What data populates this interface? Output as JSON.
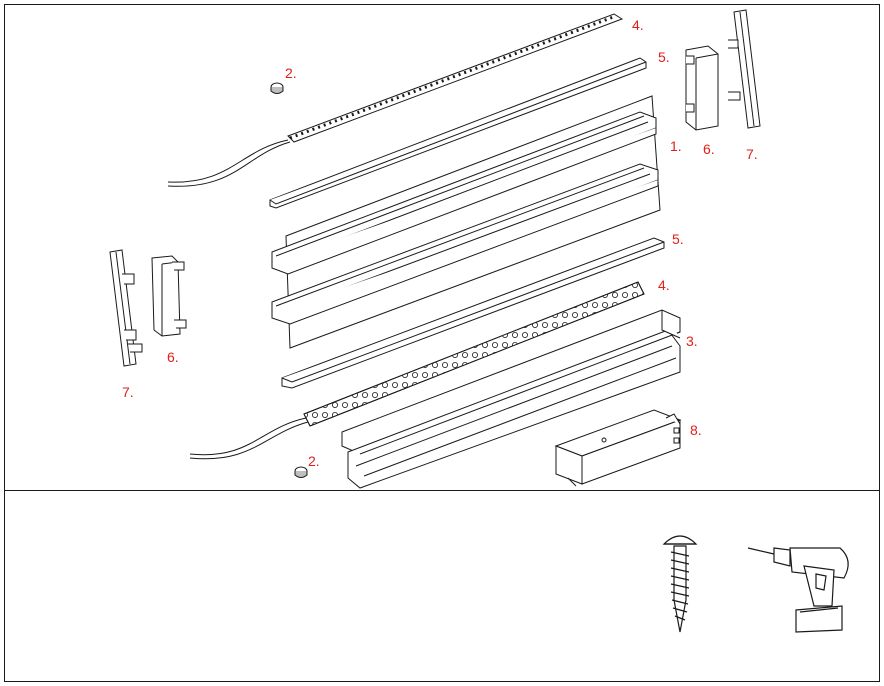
{
  "accent_color": "#e0201a",
  "line_color": "#1a1a1a",
  "callouts": {
    "c1": "1.",
    "c2a": "2.",
    "c2b": "2.",
    "c3": "3.",
    "c4a": "4.",
    "c4b": "4.",
    "c5a": "5.",
    "c5b": "5.",
    "c6a": "6.",
    "c6b": "6.",
    "c7a": "7.",
    "c7b": "7.",
    "c8": "8."
  },
  "tools": {
    "screw": "screw-icon",
    "drill": "cordless-drill-icon"
  }
}
